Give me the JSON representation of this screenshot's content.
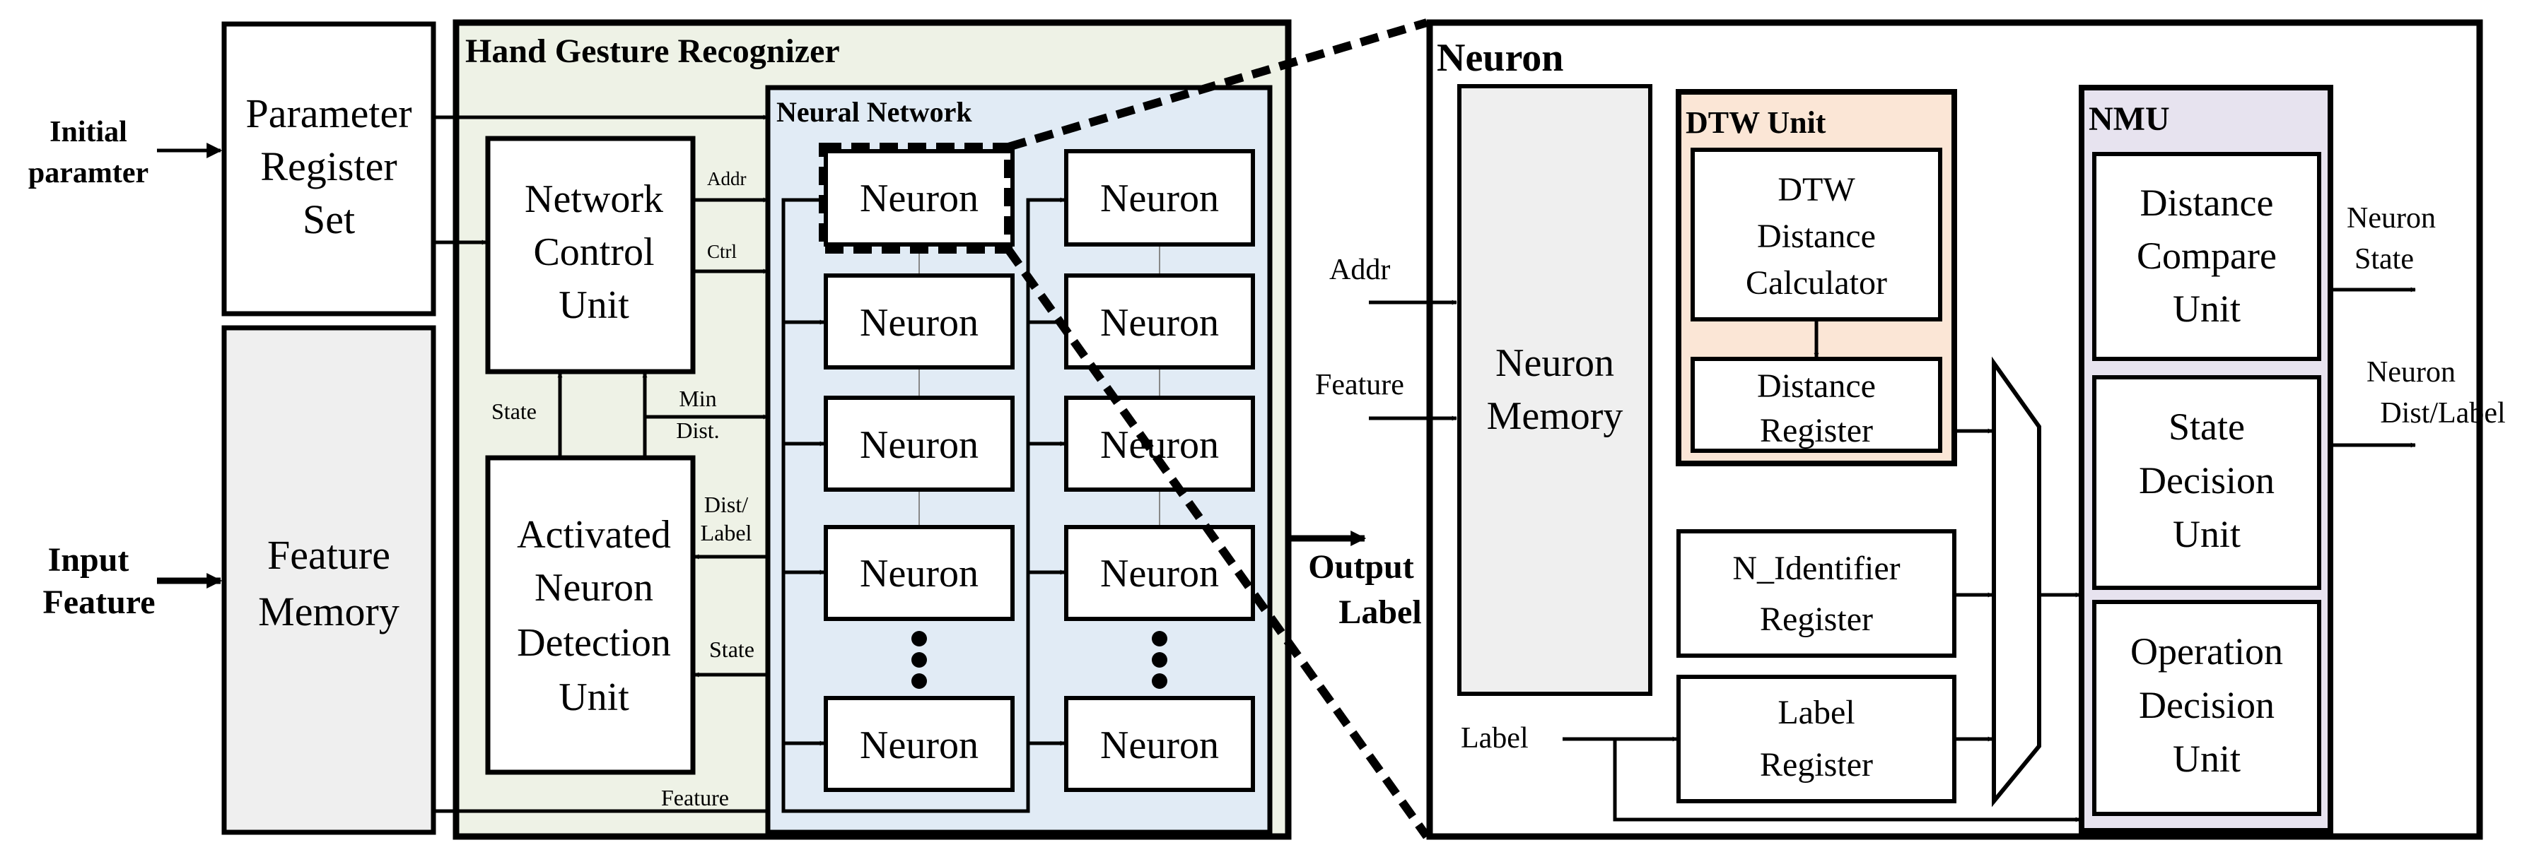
{
  "left": {
    "initial_label": [
      "Initial",
      "paramter"
    ],
    "input_label": [
      "Input",
      "Feature"
    ],
    "param_reg": [
      "Parameter",
      "Register",
      "Set"
    ],
    "feature_mem": [
      "Feature",
      "Memory"
    ]
  },
  "hgr": {
    "title": "Hand Gesture Recognizer",
    "ncu": [
      "Network",
      "Control",
      "Unit"
    ],
    "andu": [
      "Activated",
      "Neuron",
      "Detection",
      "Unit"
    ],
    "sig_addr": "Addr",
    "sig_ctrl": "Ctrl",
    "sig_min": [
      "Min",
      "Dist."
    ],
    "sig_state_up": "State",
    "sig_dist_label": [
      "Dist/",
      "Label"
    ],
    "sig_state_back": "State",
    "sig_feature": "Feature"
  },
  "nn": {
    "title": "Neural Network",
    "neuron_label": "Neuron"
  },
  "output": [
    "Output",
    "Label"
  ],
  "neuron": {
    "title": "Neuron",
    "memory": [
      "Neuron",
      "Memory"
    ],
    "in_addr": "Addr",
    "in_feature": "Feature",
    "in_label": "Label",
    "dtw_title": "DTW Unit",
    "dtw_calc": [
      "DTW",
      "Distance",
      "Calculator"
    ],
    "dist_reg": [
      "Distance",
      "Register"
    ],
    "nid_reg": [
      "N_Identifier",
      "Register"
    ],
    "label_reg": [
      "Label",
      "Register"
    ],
    "nmu_title": "NMU",
    "dcu": [
      "Distance",
      "Compare",
      "Unit"
    ],
    "sdu": [
      "State",
      "Decision",
      "Unit"
    ],
    "odu": [
      "Operation",
      "Decision",
      "Unit"
    ],
    "out_state": [
      "Neuron",
      "State"
    ],
    "out_dist": [
      "Neuron",
      "Dist/Label"
    ]
  },
  "colors": {
    "hgr_fill": "#eef2e6",
    "nn_fill": "#e1ebf5",
    "mem_fill": "#efefef",
    "dtw_fill": "#fbe6d6",
    "nmu_fill": "#e7e3ef"
  }
}
